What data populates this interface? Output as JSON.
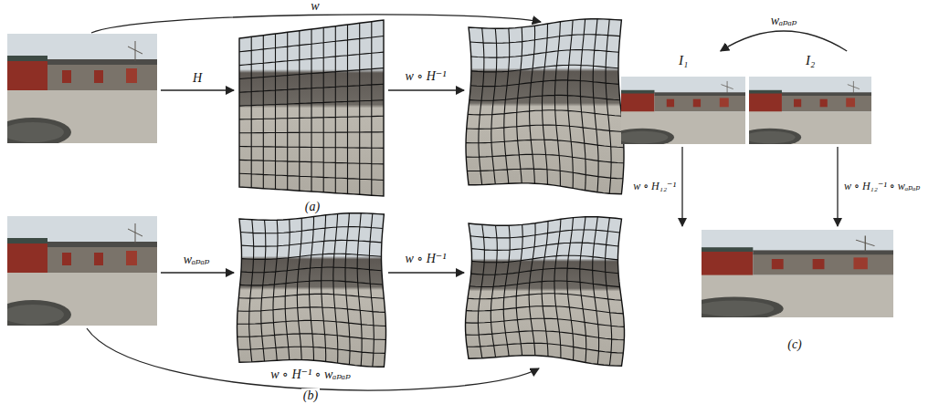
{
  "diagram": {
    "nodes": [
      {
        "text": [
          "I₁"
        ]
      },
      {
        "text": [
          "I₂"
        ]
      }
    ],
    "edges": [
      {
        "from": 1,
        "to": 0,
        "arrow": "to",
        "label": "wₐₚₐₚ"
      }
    ],
    "labels": [
      "w",
      "H",
      "w ∘ H⁻¹",
      "(a)",
      "wₐₚₐₚ",
      "w ∘ H⁻¹",
      "w ∘ H⁻¹ ∘ wₐₚₐₚ",
      "(b)",
      "w ∘ H₁₂⁻¹",
      "w ∘ H₁₂⁻¹ ∘ wₐₚₐₚ",
      "(c)"
    ]
  }
}
